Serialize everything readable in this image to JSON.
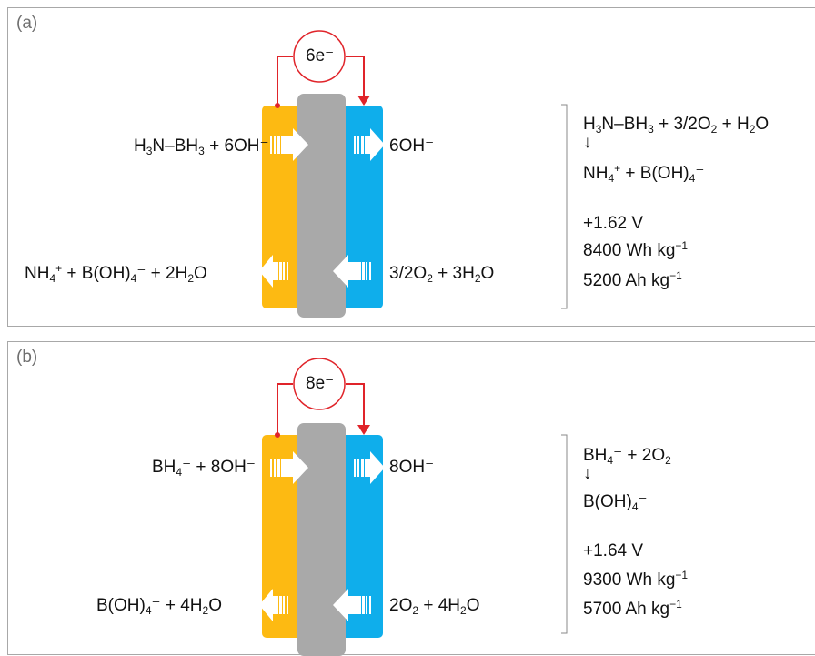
{
  "colors": {
    "anode": "#FDBA12",
    "cathode": "#0FAEEB",
    "membrane": "#A9A9A9",
    "wire": "#E0242A"
  },
  "panels": [
    {
      "label": "(a)",
      "electrons": "6e⁻",
      "anode_top": [
        "H",
        "3",
        "N–BH",
        "3",
        " + 6OH⁻"
      ],
      "anode_bottom": [
        "NH",
        "4",
        "+",
        " + B(OH)",
        "4",
        "⁻ + 2H",
        "2",
        "O"
      ],
      "cathode_top": "6OH⁻",
      "cathode_bottom": [
        "3/2O",
        "2",
        " + 3H",
        "2",
        "O"
      ],
      "reaction_line1": [
        "H",
        "3",
        "N–BH",
        "3",
        " + 3/2O",
        "2",
        " + H",
        "2",
        "O"
      ],
      "arrow": "↓",
      "reaction_line2": [
        "NH",
        "4",
        "+",
        " + B(OH)",
        "4",
        "⁻"
      ],
      "voltage": "+1.62 V",
      "energy_value": "8400 Wh kg",
      "energy_exp": "−1",
      "capacity_value": "5200 Ah kg",
      "capacity_exp": "−1"
    },
    {
      "label": "(b)",
      "electrons": "8e⁻",
      "anode_top": [
        "BH",
        "4",
        "⁻ + 8OH⁻"
      ],
      "anode_bottom": [
        "B(OH)",
        "4",
        "⁻ + 4H",
        "2",
        "O"
      ],
      "cathode_top": "8OH⁻",
      "cathode_bottom": [
        "2O",
        "2",
        " + 4H",
        "2",
        "O"
      ],
      "reaction_line1": [
        "BH",
        "4",
        "⁻ + 2O",
        "2"
      ],
      "arrow": "↓",
      "reaction_line2": [
        "B(OH)",
        "4",
        "⁻"
      ],
      "voltage": "+1.64 V",
      "energy_value": "9300 Wh kg",
      "energy_exp": "−1",
      "capacity_value": "5700 Ah kg",
      "capacity_exp": "−1"
    }
  ]
}
